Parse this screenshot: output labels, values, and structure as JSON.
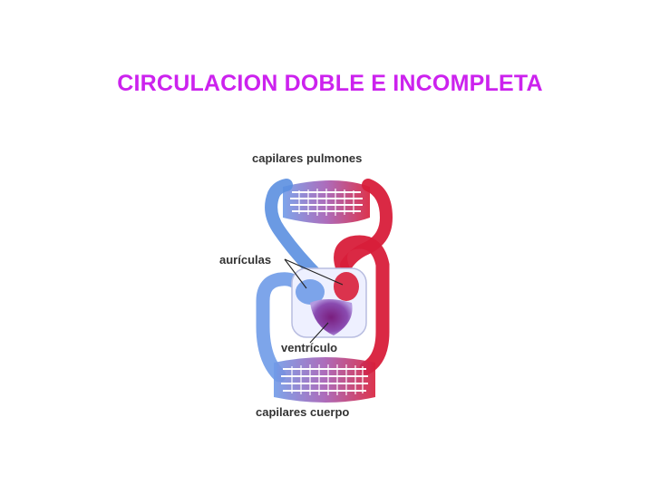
{
  "title": "CIRCULACION DOBLE E INCOMPLETA",
  "colors": {
    "title": "#cc22ee",
    "arterial": "#d81e3a",
    "venous": "#5b8fe0",
    "mixed": "#7a2c9c",
    "label": "#333333"
  },
  "diagram": {
    "labels": {
      "lung_capillaries": "capilares pulmones",
      "atria": "aurículas",
      "ventricle": "ventrículo",
      "body_capillaries": "capilares cuerpo"
    }
  }
}
